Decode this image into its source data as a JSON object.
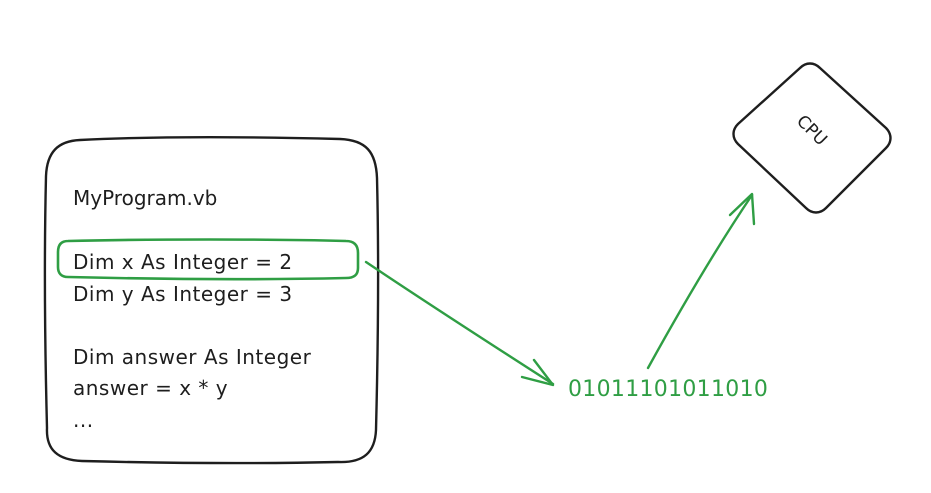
{
  "program": {
    "filename": "MyProgram.vb",
    "lines": [
      "Dim x As Integer = 2",
      "Dim y As Integer = 3",
      "Dim answer As Integer",
      "answer = x * y",
      "..."
    ]
  },
  "binary_output": "01011101011010",
  "cpu": {
    "label": "CPU"
  },
  "colors": {
    "accent": "#2f9e44",
    "ink": "#1e1e1e",
    "background": "#ffffff"
  }
}
